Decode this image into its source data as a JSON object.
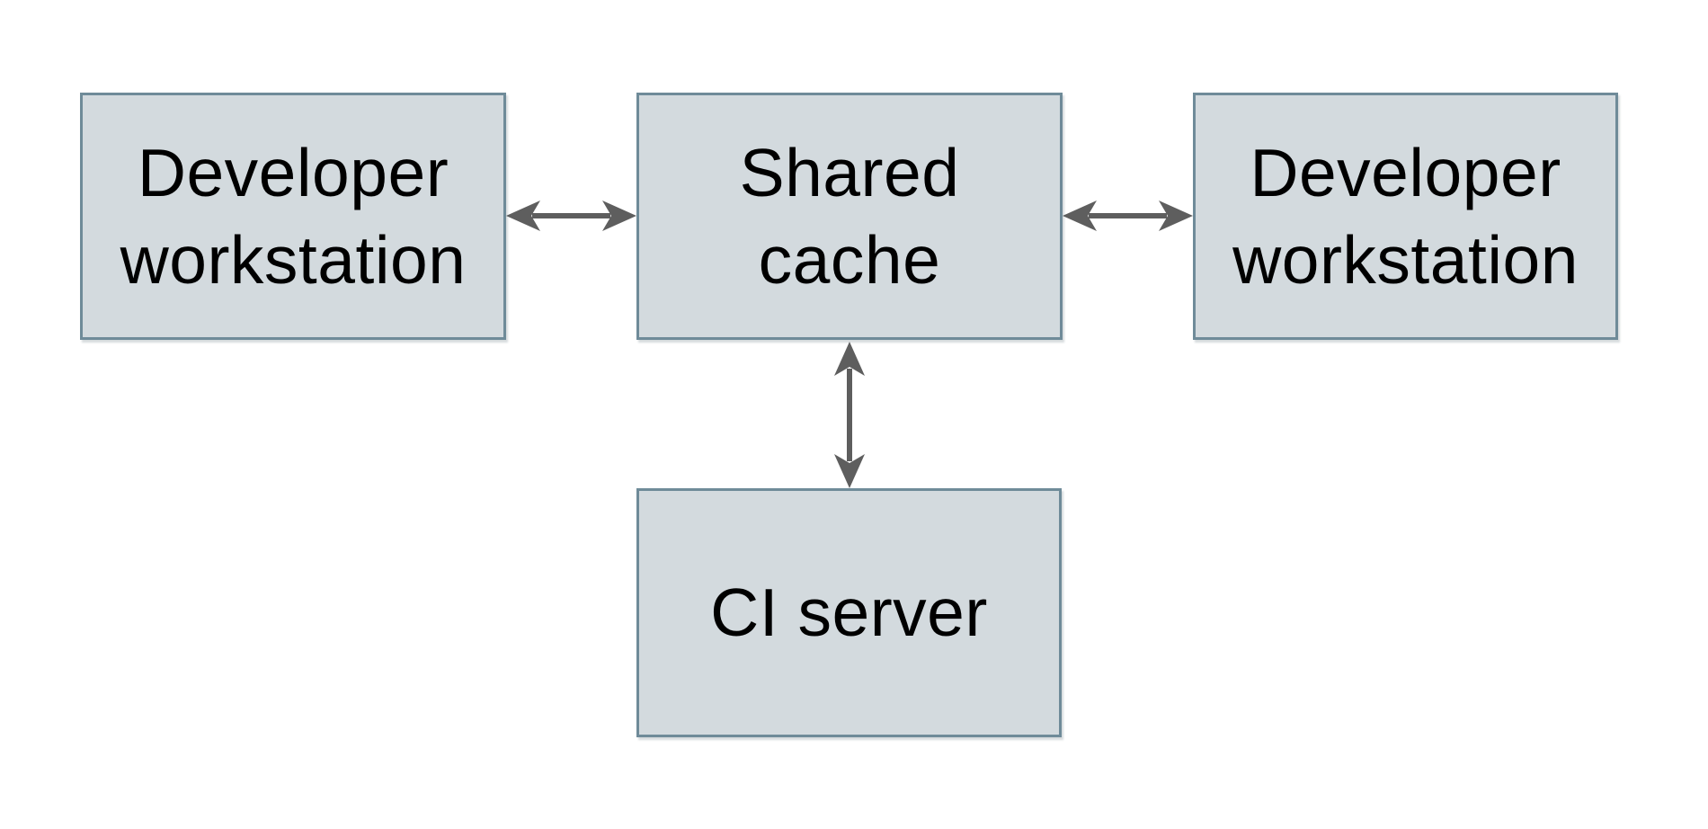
{
  "colors": {
    "canvas_bg": "#ffffff",
    "node_fill": "#d3dade",
    "node_border": "#6f8b99",
    "arrow_color": "#5e5e5e",
    "text_color": "#000000"
  },
  "diagram": {
    "title": "",
    "nodes": {
      "dev_left": {
        "label": "Developer workstation",
        "label_line1": "Developer",
        "label_line2": "workstation"
      },
      "shared_cache": {
        "label": "Shared cache",
        "label_line1": "Shared",
        "label_line2": "cache"
      },
      "dev_right": {
        "label": "Developer workstation",
        "label_line1": "Developer",
        "label_line2": "workstation"
      },
      "ci_server": {
        "label": "CI server",
        "label_line1": "CI server"
      }
    },
    "edges": [
      {
        "from": "dev_left",
        "to": "shared_cache",
        "direction": "bidirectional"
      },
      {
        "from": "shared_cache",
        "to": "dev_right",
        "direction": "bidirectional"
      },
      {
        "from": "shared_cache",
        "to": "ci_server",
        "direction": "bidirectional"
      }
    ]
  }
}
